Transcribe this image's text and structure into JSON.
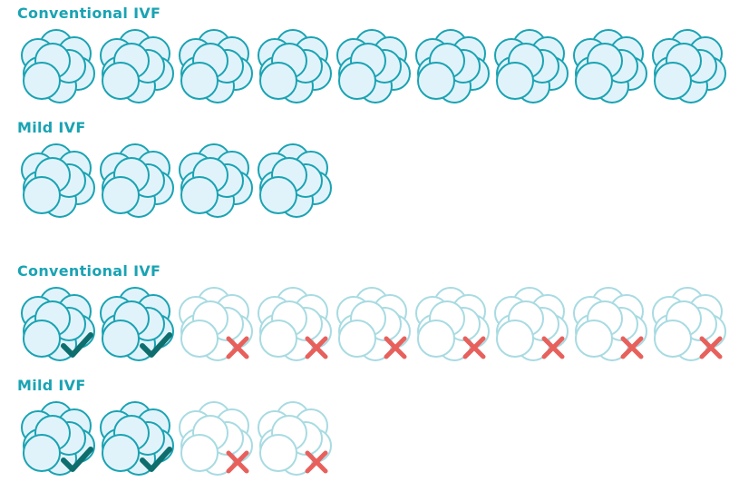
{
  "colors": {
    "outline": "#1aa3b3",
    "fill": "#e1f3fa",
    "label": "#1aa3b3",
    "faded_outline": "#a8dbe2",
    "faded_fill": "#ffffff",
    "check": "#0e6e6e",
    "cross": "#e8605c"
  },
  "sections": [
    {
      "label": "Conventional IVF",
      "embryo_count": 9,
      "viable_count": 9,
      "show_markers": false
    },
    {
      "label": "Mild IVF",
      "embryo_count": 4,
      "viable_count": 4,
      "show_markers": false
    },
    {
      "label": "Conventional IVF",
      "embryo_count": 9,
      "viable_count": 2,
      "show_markers": true
    },
    {
      "label": "Mild IVF",
      "embryo_count": 4,
      "viable_count": 2,
      "show_markers": true
    }
  ],
  "icons": {
    "embryo": "embryo-cluster-icon",
    "viable": "checkmark-icon",
    "nonviable": "cross-icon"
  }
}
